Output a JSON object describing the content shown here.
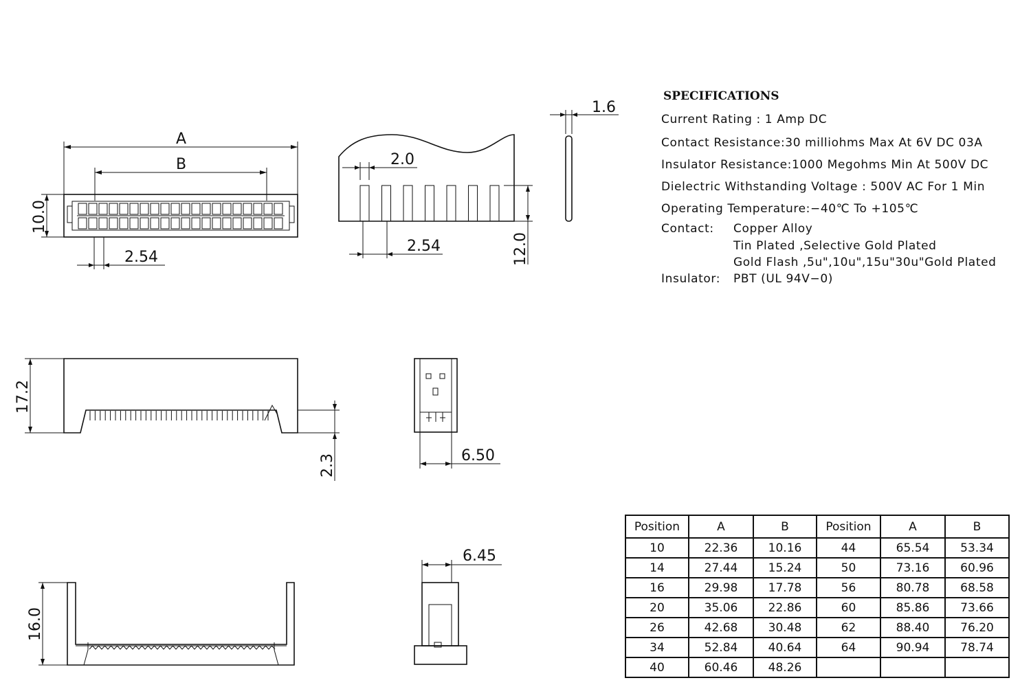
{
  "dimensions": {
    "top_A": "A",
    "top_B": "B",
    "top_height": "10.0",
    "top_pitch": "2.54",
    "side_pitch_small": "2.0",
    "side_pitch": "2.54",
    "side_height": "12.0",
    "thickness": "1.6",
    "front_height": "17.2",
    "front_pin_offset": "2.3",
    "end_width": "6.50",
    "bottom_height": "16.0",
    "bottom_end_width": "6.45"
  },
  "specifications": {
    "title": "SPECIFICATIONS",
    "current_rating": "Current Rating : 1 Amp DC",
    "contact_resistance": "Contact Resistance:30 milliohms Max At 6V DC 03A",
    "insulator_resistance": "Insulator Resistance:1000 Megohms Min At 500V DC",
    "dielectric": "Dielectric Withstanding Voltage : 500V AC For 1 Min",
    "operating_temperature": "Operating Temperature:−40℃ To +105℃",
    "contact_label": "Contact:",
    "contact_material": "Copper Alloy",
    "contact_plating": "Tin Plated ,Selective Gold Plated",
    "contact_flash": "Gold Flash ,5u\",10u\",15u\"30u\"Gold Plated",
    "insulator_label": "Insulator:",
    "insulator_material": "PBT (UL 94V−0)"
  },
  "table": {
    "headers": [
      "Position",
      "A",
      "B",
      "Position",
      "A",
      "B"
    ],
    "rows": [
      [
        "10",
        "22.36",
        "10.16",
        "44",
        "65.54",
        "53.34"
      ],
      [
        "14",
        "27.44",
        "15.24",
        "50",
        "73.16",
        "60.96"
      ],
      [
        "16",
        "29.98",
        "17.78",
        "56",
        "80.78",
        "68.58"
      ],
      [
        "20",
        "35.06",
        "22.86",
        "60",
        "85.86",
        "73.66"
      ],
      [
        "26",
        "42.68",
        "30.48",
        "62",
        "88.40",
        "76.20"
      ],
      [
        "34",
        "52.84",
        "40.64",
        "64",
        "90.94",
        "78.74"
      ],
      [
        "40",
        "60.46",
        "48.26",
        "",
        "",
        ""
      ]
    ]
  }
}
